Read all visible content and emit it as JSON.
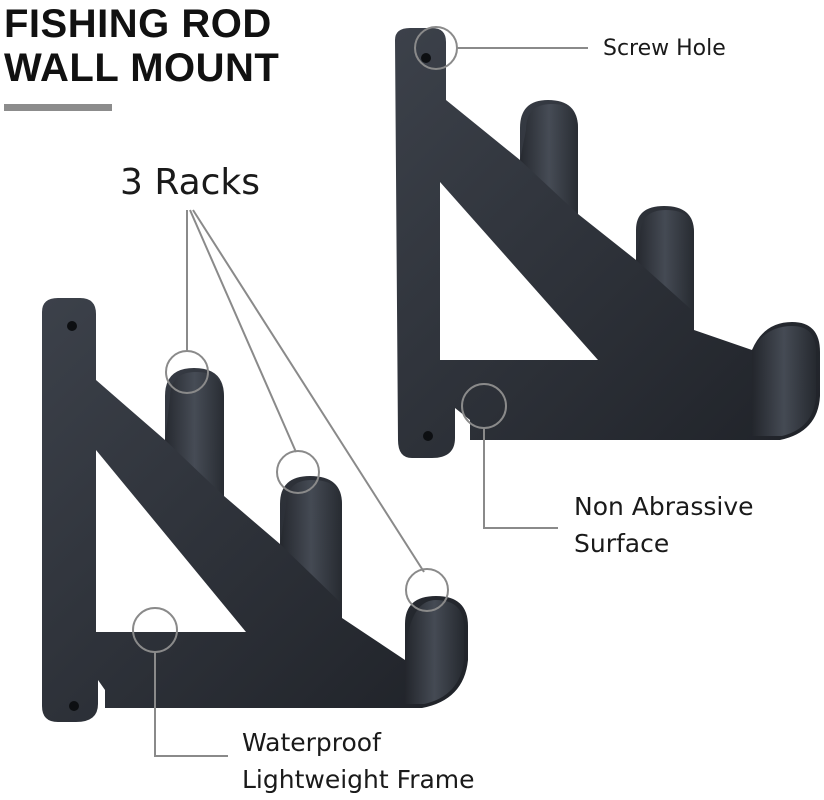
{
  "title": {
    "line1": "FISHING ROD",
    "line2": "WALL MOUNT"
  },
  "callouts": {
    "racks": "3 Racks",
    "screw_hole": "Screw Hole",
    "non_abrassive_line1": "Non Abrassive",
    "non_abrassive_line2": "Surface",
    "frame_line1": "Waterproof",
    "frame_line2": "Lightweight Frame"
  },
  "colors": {
    "bracket": "#2b2f36",
    "bracket_highlight": "#4a505a",
    "callout_line": "#8a8a8a",
    "accent_bar": "#8c8c8c"
  }
}
